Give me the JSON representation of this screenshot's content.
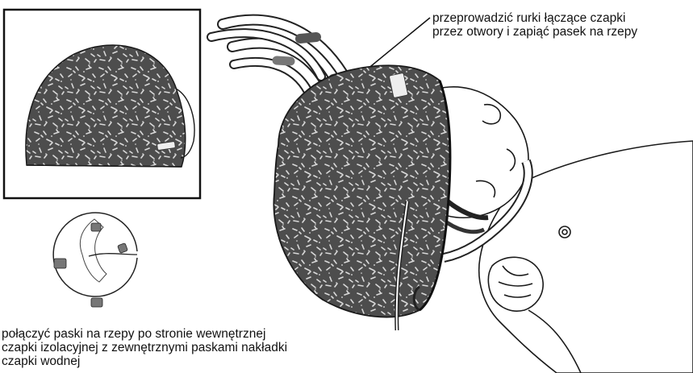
{
  "annotations": {
    "top": {
      "line1": "przeprowadzić rurki łączące czapki",
      "line2": "przez otwory i zapiąć pasek na rzepy"
    },
    "bottom": {
      "line1": "połączyć paski na rzepy po stronie wewnętrznej",
      "line2": "czapki izolacyjnej z zewnętrznymi paskami nakładki",
      "line3": "czapki wodnej"
    }
  },
  "colors": {
    "cap_fill": "#4d4d4d",
    "cap_speckle": "#d9d9d9",
    "outline": "#1a1a1a",
    "tube_band": "#555555",
    "tab_fill": "#777777"
  },
  "icons": [
    "cap-inset-illustration",
    "cap-underside-diagram",
    "infant-with-cooling-cap"
  ]
}
